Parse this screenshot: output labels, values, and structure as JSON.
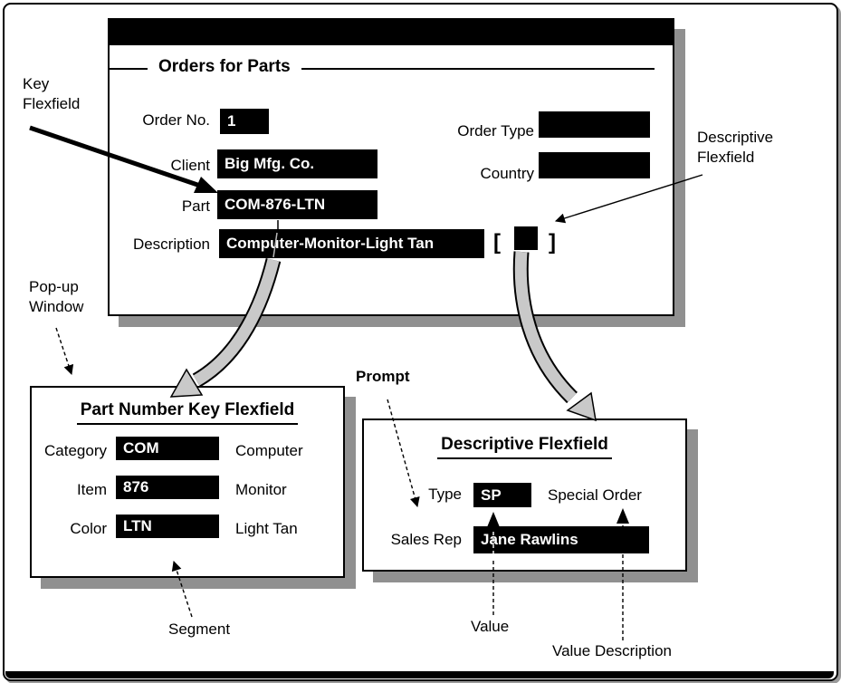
{
  "window": {
    "legend": "Orders for Parts",
    "fields": {
      "order_no": {
        "label": "Order No.",
        "value": "1"
      },
      "client": {
        "label": "Client",
        "value": "Big Mfg. Co."
      },
      "part": {
        "label": "Part",
        "value": "COM-876-LTN"
      },
      "description": {
        "label": "Description",
        "value": "Computer-Monitor-Light Tan"
      },
      "order_type": {
        "label": "Order Type",
        "value": ""
      },
      "country": {
        "label": "Country",
        "value": ""
      }
    },
    "dff_brackets": {
      "open": "[",
      "close": "]"
    }
  },
  "popup_key": {
    "title": "Part Number Key Flexfield",
    "rows": [
      {
        "label": "Category",
        "value": "COM",
        "description": "Computer"
      },
      {
        "label": "Item",
        "value": "876",
        "description": "Monitor"
      },
      {
        "label": "Color",
        "value": "LTN",
        "description": "Light Tan"
      }
    ]
  },
  "popup_dff": {
    "title": "Descriptive Flexfield",
    "rows": [
      {
        "label": "Type",
        "value": "SP",
        "description": "Special Order"
      },
      {
        "label": "Sales Rep",
        "value": "Jane Rawlins",
        "description": ""
      }
    ]
  },
  "callouts": {
    "key_flexfield": [
      "Key",
      "Flexfield"
    ],
    "descriptive_flexfield": [
      "Descriptive",
      "Flexfield"
    ],
    "popup_window": [
      "Pop-up",
      "Window"
    ],
    "prompt": "Prompt",
    "segment": "Segment",
    "value": "Value",
    "value_description": "Value Description"
  },
  "colors": {
    "field_bg": "#000000",
    "field_text": "#ffffff",
    "window_shadow": "#909090",
    "curved_arrow_fill": "#c9c9c9"
  }
}
